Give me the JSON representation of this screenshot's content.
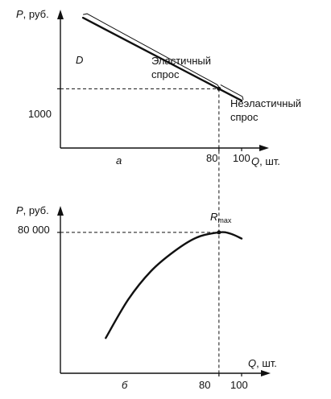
{
  "chart_data": [
    {
      "type": "line",
      "panel_label": "а",
      "ylabel_var": "P",
      "ylabel_unit": ", руб.",
      "xlabel_var": "Q",
      "xlabel_unit": ", шт.",
      "x_ticks": [
        "80",
        "100"
      ],
      "y_ticks": [
        "1000"
      ],
      "series": [
        {
          "name": "D",
          "x": [
            -40,
            80,
            100
          ],
          "y": [
            2200,
            1000,
            800
          ]
        }
      ],
      "highlight_point": {
        "x": 80,
        "y": 1000
      },
      "annotations": [
        "Эластичный\nспрос",
        "Неэластичный\nспрос"
      ],
      "xlim": [
        -60,
        100
      ],
      "ylim": [
        0,
        2500
      ]
    },
    {
      "type": "line",
      "panel_label": "б",
      "ylabel_var": "P",
      "ylabel_unit": ", руб.",
      "xlabel_var": "Q",
      "xlabel_unit": ", шт.",
      "x_ticks": [
        "80",
        "100"
      ],
      "y_ticks": [
        "80 000"
      ],
      "series": [
        {
          "name": "",
          "x": [
            -20,
            0,
            20,
            40,
            60,
            80,
            90,
            100
          ],
          "y": [
            20000,
            42000,
            58000,
            69000,
            77000,
            80000,
            79300,
            76500
          ]
        }
      ],
      "max_label": {
        "main": "R",
        "sub": "max"
      },
      "highlight_point": {
        "x": 80,
        "y": 80000
      },
      "xlim": [
        -60,
        100
      ],
      "ylim": [
        0,
        90000
      ]
    }
  ]
}
